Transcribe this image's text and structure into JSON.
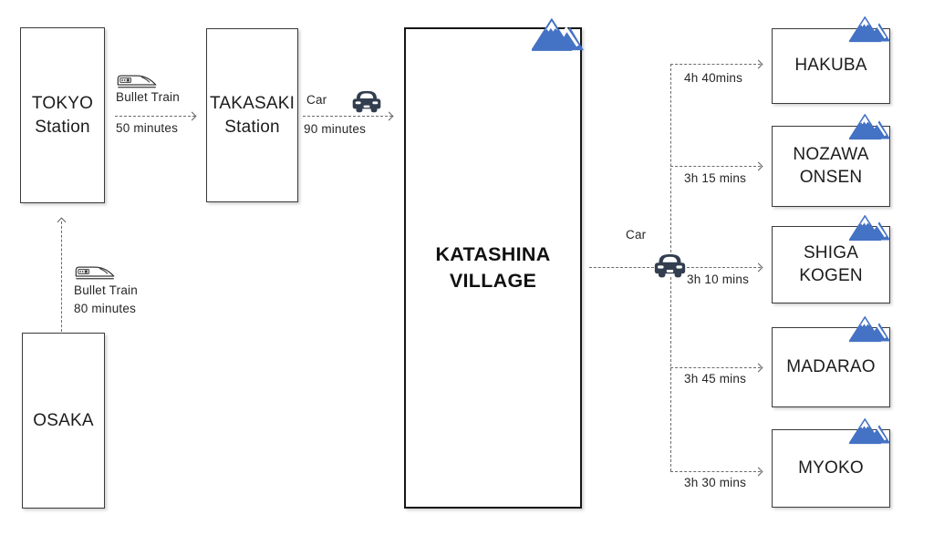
{
  "nodes": {
    "tokyo": {
      "line1": "TOKYO",
      "line2": "Station"
    },
    "takasaki": {
      "line1": "TAKASAKI",
      "line2": "Station"
    },
    "osaka": {
      "label": "OSAKA"
    },
    "katashina": {
      "line1": "KATASHINA",
      "line2": "VILLAGE"
    }
  },
  "routes": {
    "osaka_to_tokyo": {
      "mode": "Bullet Train",
      "duration": "80 minutes"
    },
    "tokyo_to_takasaki": {
      "mode": "Bullet Train",
      "duration": "50 minutes"
    },
    "takasaki_to_katashina": {
      "mode": "Car",
      "duration": "90 minutes"
    },
    "katashina_to_resorts": {
      "mode": "Car"
    }
  },
  "destinations": [
    {
      "name": "HAKUBA",
      "duration": "4h 40mins"
    },
    {
      "name": "NOZAWA ONSEN",
      "duration": "3h 15 mins"
    },
    {
      "name": "SHIGA KOGEN",
      "duration": "3h 10 mins"
    },
    {
      "name": "MADARAO",
      "duration": "3h 45 mins"
    },
    {
      "name": "MYOKO",
      "duration": "3h 30 mins"
    }
  ],
  "icons": {
    "mountain": "mountain-icon",
    "car": "car-icon",
    "bullet_train": "bullet-train-icon"
  },
  "colors": {
    "mountain_blue": "#4472C4",
    "car_dark": "#323E4F",
    "train_outline": "#3a3a3a",
    "connector_gray": "#6b6b6b",
    "box_border": "#3a3a3a",
    "text": "#202020"
  }
}
